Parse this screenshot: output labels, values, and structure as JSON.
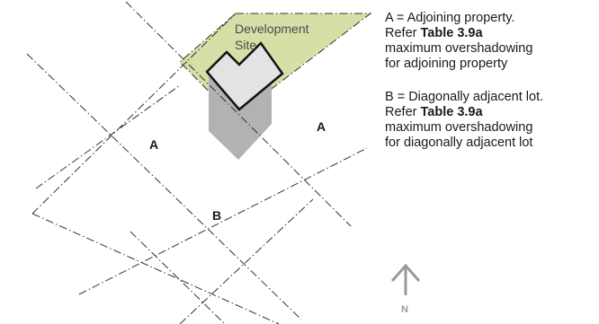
{
  "site": {
    "label_line1": "Development",
    "label_line2": "Site"
  },
  "lots": {
    "a_left": "A",
    "a_right": "A",
    "b": "B"
  },
  "north": {
    "label": "N"
  },
  "legend": {
    "a": {
      "line1": "A = Adjoining property.",
      "refer_prefix": "Refer ",
      "refer_table": "Table 3.9a",
      "line3": "maximum overshadowing",
      "line4": "for adjoining property"
    },
    "b": {
      "line1": "B = Diagonally adjacent lot.",
      "refer_prefix": "Refer ",
      "refer_table": "Table 3.9a",
      "line3": "maximum overshadowing",
      "line4": "for diagonally adjacent lot"
    }
  },
  "colors": {
    "site_fill": "#d6e0a6",
    "shadow_fill": "#b2b2b4",
    "building_fill": "#e3e3e3",
    "building_stroke": "#111111",
    "lot_line": "#333333",
    "north_arrow": "#9a9a9a"
  }
}
